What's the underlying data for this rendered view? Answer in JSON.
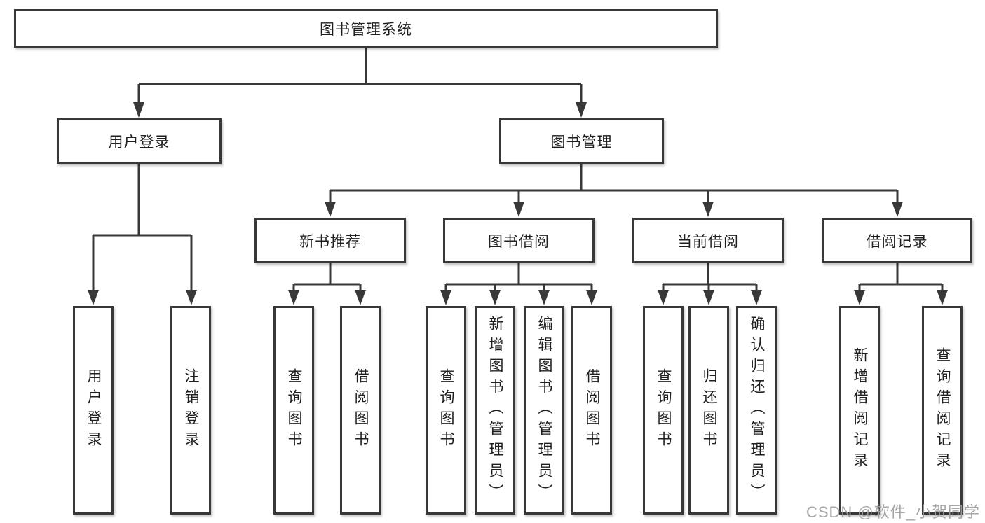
{
  "colors": {
    "line": "#383838",
    "box_border": "#383838",
    "text": "#1f1f1f",
    "background": "#ffffff",
    "watermark": "#9e9e9e"
  },
  "diagram": {
    "type": "tree-diagram",
    "root": {
      "label": "图书管理系统",
      "children": [
        {
          "label": "用户登录",
          "children": [
            {
              "label": "用户登录"
            },
            {
              "label": "注销登录"
            }
          ]
        },
        {
          "label": "图书管理",
          "children": [
            {
              "label": "新书推荐",
              "children": [
                {
                  "label": "查询图书"
                },
                {
                  "label": "借阅图书"
                }
              ]
            },
            {
              "label": "图书借阅",
              "children": [
                {
                  "label": "查询图书"
                },
                {
                  "label": "新增图书（管理员）"
                },
                {
                  "label": "编辑图书（管理员）"
                },
                {
                  "label": "借阅图书"
                }
              ]
            },
            {
              "label": "当前借阅",
              "children": [
                {
                  "label": "查询图书"
                },
                {
                  "label": "归还图书"
                },
                {
                  "label": "确认归还（管理员）"
                }
              ]
            },
            {
              "label": "借阅记录",
              "children": [
                {
                  "label": "新增借阅记录"
                },
                {
                  "label": "查询借阅记录"
                }
              ]
            }
          ]
        }
      ]
    }
  },
  "watermark": {
    "text": "CSDN @软件_小贺同学"
  }
}
